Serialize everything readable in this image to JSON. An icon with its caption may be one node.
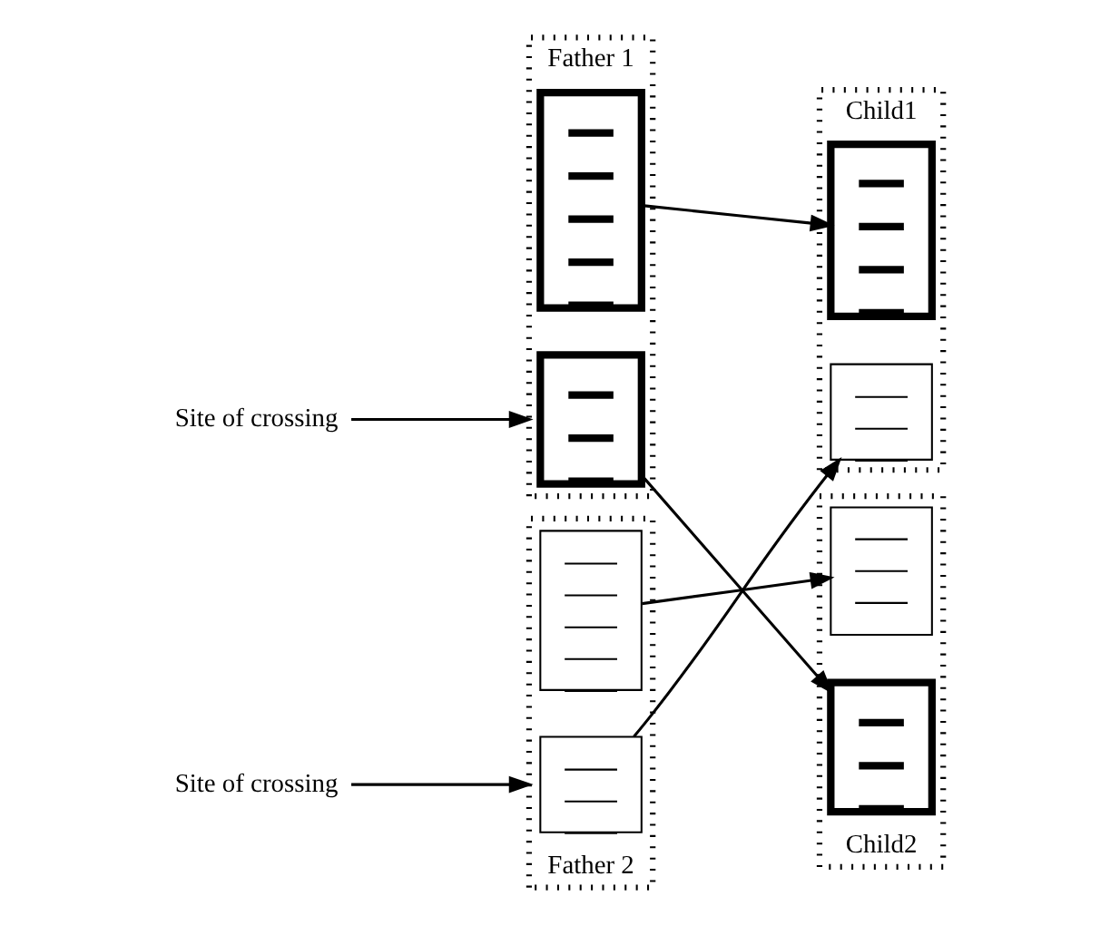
{
  "diagram": {
    "nodes": [
      {
        "text": [
          "Father 1"
        ]
      },
      {
        "text": [],
        "shape": "box",
        "in": 0
      },
      {
        "text": [],
        "shape": "box",
        "in": 0
      },
      {
        "text": [
          "Father 2"
        ]
      },
      {
        "text": [],
        "shape": "box",
        "in": 3
      },
      {
        "text": [],
        "shape": "box",
        "in": 3
      },
      {
        "text": [
          "Child1"
        ]
      },
      {
        "text": [],
        "shape": "box",
        "in": 6
      },
      {
        "text": [],
        "shape": "box",
        "in": 6
      },
      {
        "text": [
          "Child2"
        ]
      },
      {
        "text": [],
        "shape": "box",
        "in": 9
      },
      {
        "text": [],
        "shape": "box",
        "in": 9
      },
      {
        "text": [
          "Site of crossing"
        ]
      },
      {
        "text": [
          "Site of crossing"
        ]
      }
    ],
    "edges": [
      {
        "from": 1,
        "to": 7,
        "arrow": "to"
      },
      {
        "from": 2,
        "to": 11,
        "arrow": "to"
      },
      {
        "from": 4,
        "to": 10,
        "arrow": "to"
      },
      {
        "from": 5,
        "to": 8,
        "arrow": "to"
      },
      {
        "from": 12,
        "to": 0,
        "arrow": "to"
      },
      {
        "from": 13,
        "to": 3,
        "arrow": "to"
      }
    ]
  }
}
